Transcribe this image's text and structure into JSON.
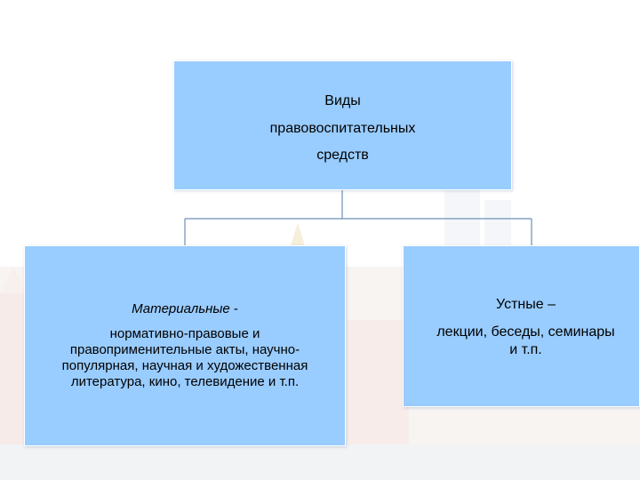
{
  "diagram": {
    "root": {
      "lines": [
        "Виды",
        "правовоспитательных",
        "средств"
      ]
    },
    "left": {
      "title": "Материальные",
      "title_suffix": " -",
      "lines": [
        "нормативно-правовые и",
        "правоприменительные акты, научно-",
        "популярная, научная и художественная",
        "литература, кино, телевидение и т.п."
      ]
    },
    "right": {
      "title": "Устные –",
      "lines": [
        "лекции, беседы, семинары",
        "и т.п."
      ]
    },
    "colors": {
      "box_fill": "#99ccff",
      "connector": "#6a8fb8"
    }
  }
}
